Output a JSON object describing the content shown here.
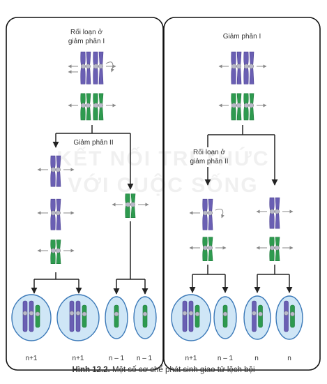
{
  "left_panel": {
    "label_top": [
      "Rối loạn ở",
      "giảm phân I"
    ],
    "label_mid": "Giảm phân II",
    "gametes": [
      "n+1",
      "n+1",
      "n – 1",
      "n – 1"
    ]
  },
  "right_panel": {
    "label_top": "Giảm phân I",
    "label_mid": [
      "Rối loạn ở",
      "giảm phân II"
    ],
    "gametes": [
      "n+1",
      "n – 1",
      "n",
      "n"
    ]
  },
  "watermark": [
    "KẾT NỐI TRI THỨC",
    "VỚI CUỘC SỐNG"
  ],
  "caption": {
    "number": "Hình 12.2.",
    "text": "Một số cơ chế phát sinh giao tử lệch bội"
  },
  "colors": {
    "purple": "#6a5fb3",
    "purple_dark": "#4a3f93",
    "green": "#2e9a4f",
    "green_dark": "#1d7a3a",
    "cell_fill": "#cfe6f6",
    "cell_stroke": "#3b79b8",
    "arrow": "#222222",
    "spindle": "#888888",
    "centromere": "#b9b9c9"
  }
}
